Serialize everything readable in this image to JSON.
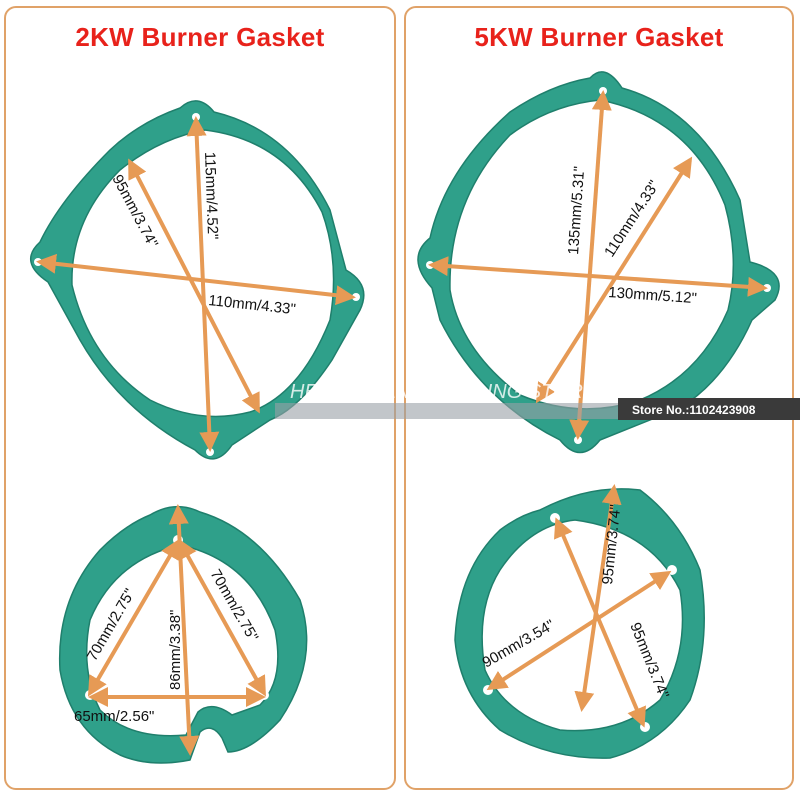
{
  "panels": {
    "left": {
      "title": "2KW Burner Gasket"
    },
    "right": {
      "title": "5KW Burner Gasket"
    }
  },
  "dimensions": {
    "top_left": {
      "d1": "115mm/4.52\"",
      "d2": "95mm/3.74\"",
      "d3": "110mm/4.33\""
    },
    "top_right": {
      "d1": "135mm/5.31\"",
      "d2": "110mm/4.33\"",
      "d3": "130mm/5.12\""
    },
    "bottom_left": {
      "d1": "70mm/2.75\"",
      "d2": "86mm/3.38\"",
      "d3": "70mm/2.75\"",
      "d4": "65mm/2.56\""
    },
    "bottom_right": {
      "d1": "95mm/3.74\"",
      "d2": "90mm/3.54\"",
      "d3": "95mm/3.74\""
    }
  },
  "watermark": {
    "text": "HEATING AND COOLING STORE",
    "store": "Store No.:1102423908"
  },
  "colors": {
    "gasket": "#2fa08a",
    "gasket_edge": "#1f7f6c",
    "arrow": "#e69a55",
    "title": "#e8221b",
    "border": "#e0a268"
  },
  "icons": {
    "hole": "mounting-hole-icon",
    "arrow": "dimension-arrow-icon"
  }
}
